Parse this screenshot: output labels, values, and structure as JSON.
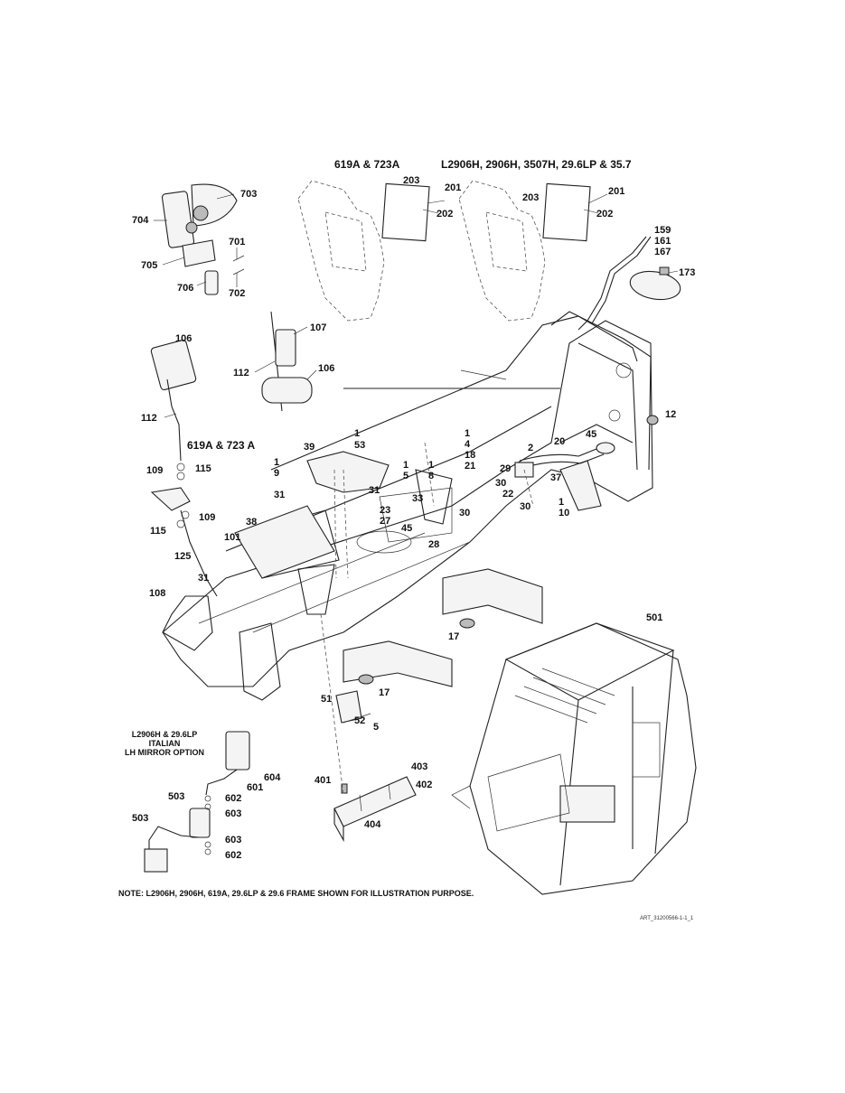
{
  "headings": {
    "upper_left": "619A & 723A",
    "upper_right": "L2906H, 2906H, 3507H, 29.6LP & 35.7",
    "mid_left": "619A & 723 A",
    "option_line1": "L2906H & 29.6LP",
    "option_line2": "ITALIAN",
    "option_line3": "LH MIRROR OPTION"
  },
  "note": "NOTE: L2906H, 2906H, 619A, 29.6LP & 29.6 FRAME SHOWN FOR ILLUSTRATION PURPOSE.",
  "art_id": "ART_31200566-1-1_1",
  "callouts": [
    "703",
    "704",
    "701",
    "705",
    "706",
    "702",
    "203",
    "201",
    "202",
    "203",
    "201",
    "202",
    "159",
    "161",
    "167",
    "173",
    "107",
    "112",
    "106",
    "106",
    "112",
    "12",
    "1",
    "53",
    "39",
    "1",
    "9",
    "31",
    "31",
    "1",
    "5",
    "1",
    "8",
    "1",
    "4",
    "18",
    "21",
    "2",
    "20",
    "45",
    "29",
    "37",
    "30",
    "22",
    "30",
    "33",
    "23",
    "27",
    "45",
    "28",
    "30",
    "1",
    "10",
    "109",
    "115",
    "109",
    "115",
    "125",
    "38",
    "101",
    "31",
    "108",
    "17",
    "17",
    "501",
    "51",
    "52",
    "5",
    "401",
    "403",
    "402",
    "404",
    "604",
    "601",
    "602",
    "603",
    "503",
    "503",
    "603",
    "602"
  ]
}
